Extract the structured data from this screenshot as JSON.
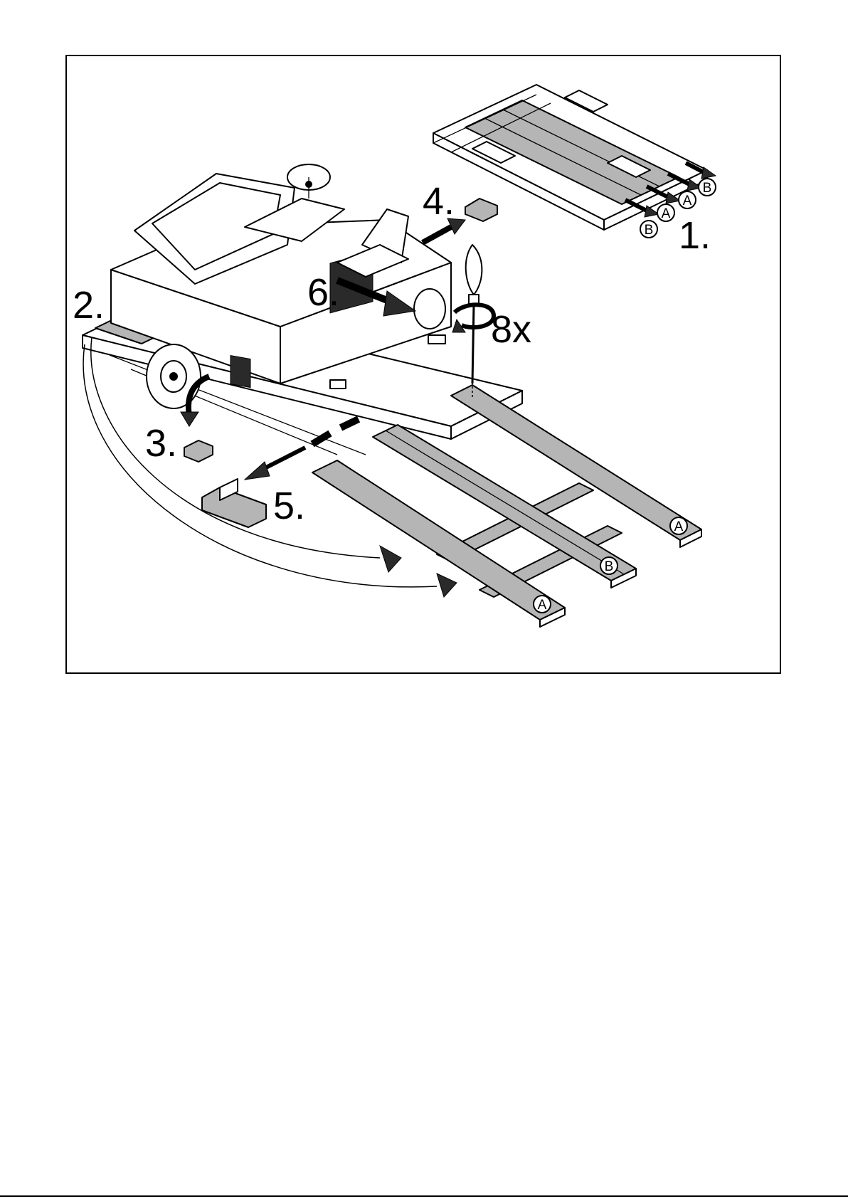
{
  "figure": {
    "steps": {
      "s1": "1.",
      "s2": "2.",
      "s3": "3.",
      "s4": "4.",
      "s5": "5.",
      "s6": "6."
    },
    "screw_count": "8x",
    "board_labels": {
      "a1": "A",
      "a2": "A",
      "b1": "B",
      "pallet_a1": "A",
      "pallet_a2": "A",
      "pallet_b1": "B",
      "pallet_b2": "B"
    }
  }
}
